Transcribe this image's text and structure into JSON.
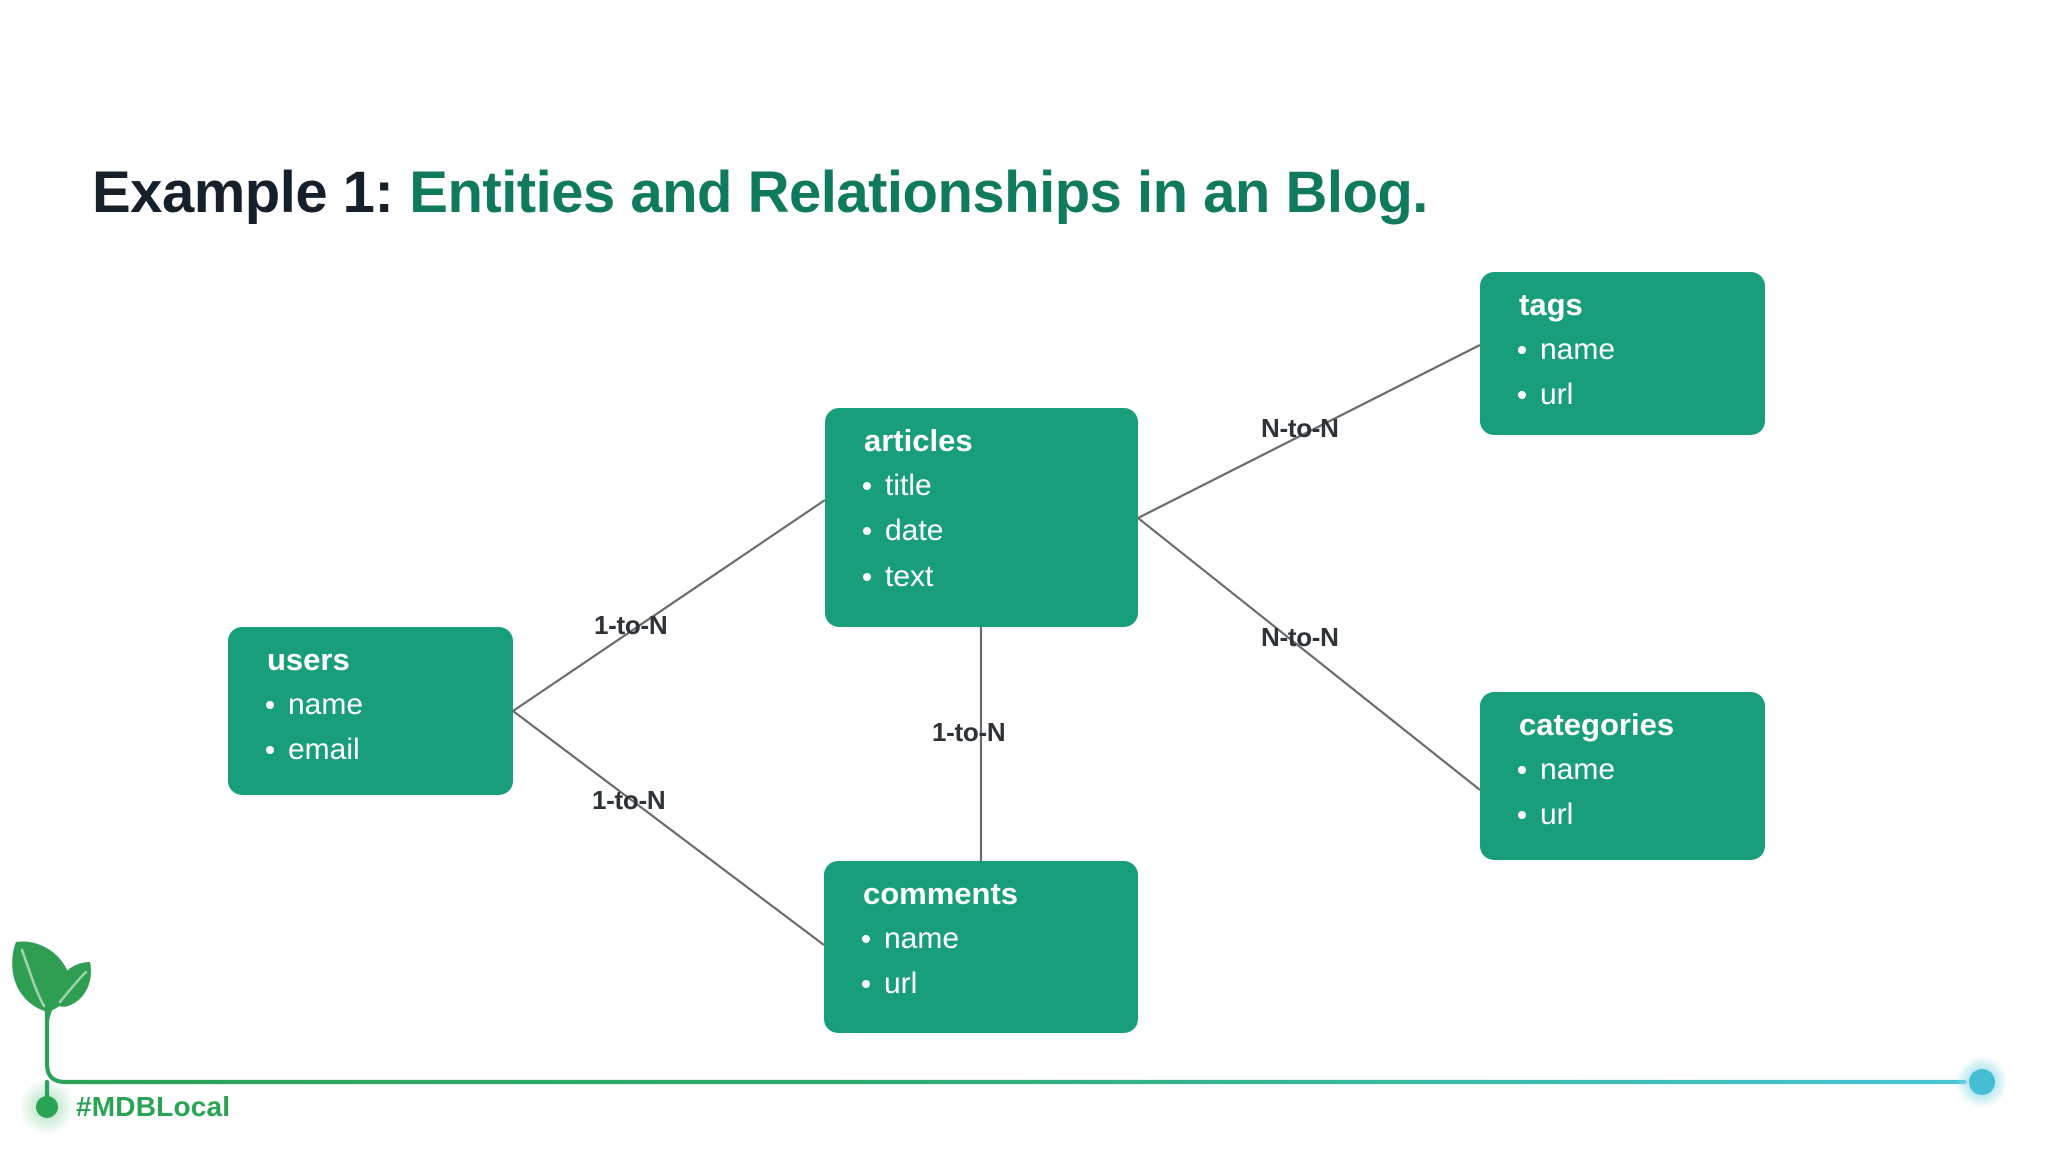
{
  "slide": {
    "background_color": "#ffffff",
    "title": {
      "prefix": "Example 1:",
      "prefix_color": "#16202b",
      "main": "Entities and Relationships in an Blog.",
      "main_color": "#0f7a5c"
    }
  },
  "diagram": {
    "type": "entity-relationship",
    "entity_fill_color": "#199e7c",
    "entity_text_color": "#ffffff",
    "edge_color": "#6b6b6b",
    "entities": [
      {
        "id": "users",
        "name": "users",
        "fields": [
          "name",
          "email"
        ]
      },
      {
        "id": "articles",
        "name": "articles",
        "fields": [
          "title",
          "date",
          "text"
        ]
      },
      {
        "id": "comments",
        "name": "comments",
        "fields": [
          "name",
          "url"
        ]
      },
      {
        "id": "tags",
        "name": "tags",
        "fields": [
          "name",
          "url"
        ]
      },
      {
        "id": "categories",
        "name": "categories",
        "fields": [
          "name",
          "url"
        ]
      }
    ],
    "relationships": [
      {
        "from": "users",
        "to": "articles",
        "label": "1-to-N"
      },
      {
        "from": "users",
        "to": "comments",
        "label": "1-to-N"
      },
      {
        "from": "articles",
        "to": "comments",
        "label": "1-to-N"
      },
      {
        "from": "articles",
        "to": "tags",
        "label": "N-to-N"
      },
      {
        "from": "articles",
        "to": "categories",
        "label": "N-to-N"
      }
    ]
  },
  "footer": {
    "hashtag": "#MDBLocal",
    "hashtag_color": "#2aa355",
    "logo_icon": "leaf-sprout-icon",
    "line_start_color": "#2aa355",
    "line_end_color": "#48c3d8",
    "end_dot_color": "#45bed3"
  }
}
